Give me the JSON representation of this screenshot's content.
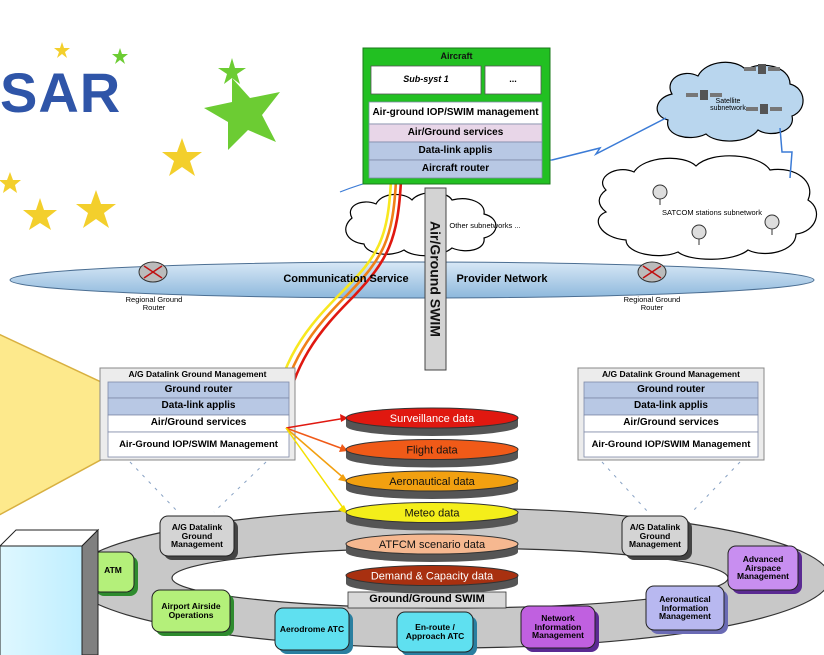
{
  "brand": {
    "text": "SAR"
  },
  "aircraft": {
    "title": "Aircraft",
    "subsyst_1": "Sub-syst 1",
    "subsyst_more": "...",
    "layers": [
      "Air-ground IOP/SWIM management",
      "Air/Ground services",
      "Data-link applis",
      "Aircraft router"
    ]
  },
  "satellite": {
    "subnetwork": "Satellite subnetwork",
    "stations": "SATCOM stations subnetwork"
  },
  "other_subnetworks": "Other subnetworks ...",
  "csp_network": {
    "left": "Communication Service",
    "right": "Provider Network"
  },
  "routers": {
    "left": "Regional Ground Router",
    "right": "Regional Ground Router"
  },
  "air_ground_swim": "Air/Ground SWIM",
  "ground_mgmt_left": {
    "title": "A/G Datalink Ground Management",
    "title_cut": "FAPI",
    "layers": [
      "Ground router",
      "Data-link applis",
      "Air/Ground services",
      "Air-Ground IOP/SWIM Management"
    ]
  },
  "ground_mgmt_right": {
    "title": "A/G Datalink Ground Management",
    "title_cut": "FAPI",
    "layers": [
      "Ground router",
      "Data-link applis",
      "Air/Ground services",
      "Air-Ground IOP/SWIM Management"
    ]
  },
  "data_disks": [
    {
      "label": "Surveillance data",
      "color": "#e01810"
    },
    {
      "label": "Flight data",
      "color": "#f05a18"
    },
    {
      "label": "Aeronautical data",
      "color": "#f2a010"
    },
    {
      "label": "Meteo data",
      "color": "#f4ee1a"
    },
    {
      "label": "ATFCM scenario data",
      "color": "#f6b890"
    },
    {
      "label": "Demand & Capacity data",
      "color": "#a83010"
    }
  ],
  "ground_swim": "Ground/Ground SWIM",
  "ring_nodes": {
    "ag_left": "A/G Datalink Ground Management",
    "ag_right": "A/G Datalink Ground Management",
    "atm": "ATM",
    "airport": "Airport Airside Operations",
    "aerodrome": "Aerodrome ATC",
    "enroute": "En-route / Approach ATC",
    "network": "Network Information Management",
    "aeronautical": "Aeronautical Information Management",
    "advanced": "Advanced Airspace Management"
  },
  "colors": {
    "aircraft_green": "#22c022",
    "layer_blue": "#b8c8e4",
    "ring_gray": "#c8c8c8",
    "ellipse_blue": "#b4d2ec",
    "callout_yellow": "#fde98c",
    "brand_blue": "#2f55a8",
    "star_green": "#6ccc33",
    "star_gold": "#f3cf2c"
  }
}
